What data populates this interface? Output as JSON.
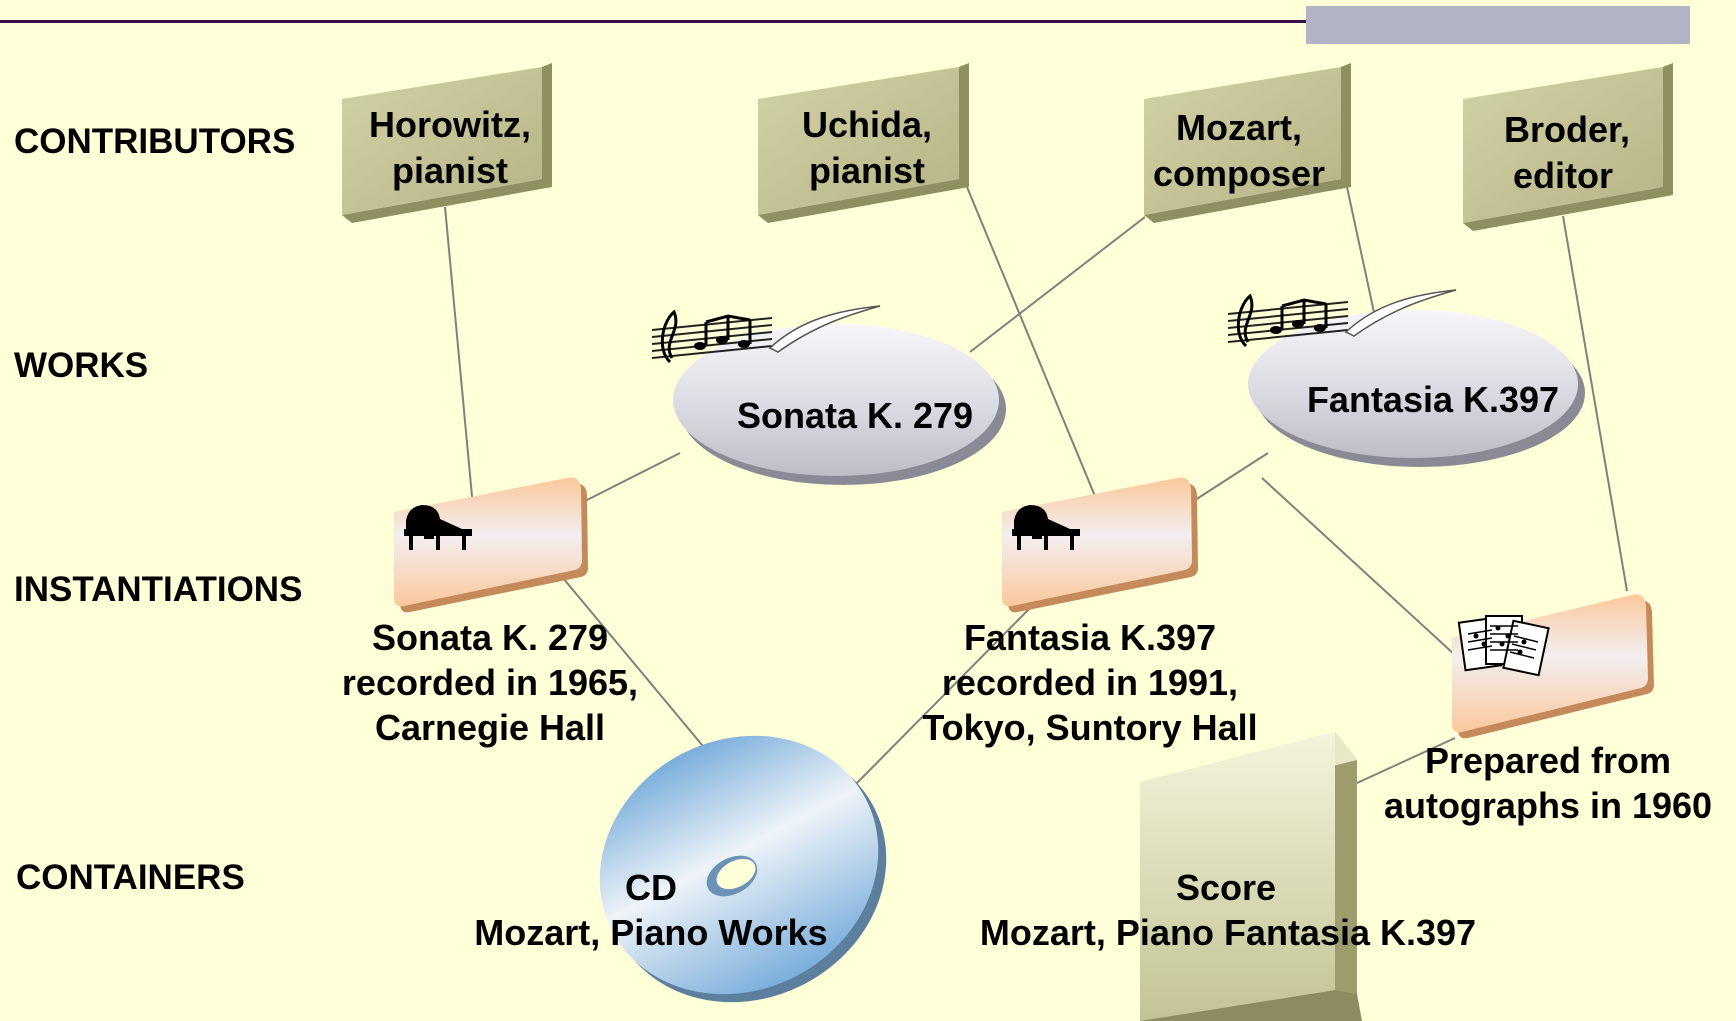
{
  "rows": {
    "contributors": "CONTRIBUTORS",
    "works": "WORKS",
    "instantiations": "INSTANTIATIONS",
    "containers": "CONTAINERS"
  },
  "contributors": [
    {
      "line1": "Horowitz,",
      "line2": "pianist"
    },
    {
      "line1": "Uchida,",
      "line2": "pianist"
    },
    {
      "line1": "Mozart,",
      "line2": "composer"
    },
    {
      "line1": "Broder,",
      "line2": "editor"
    }
  ],
  "works": [
    {
      "label": "Sonata K. 279"
    },
    {
      "label": "Fantasia K.397"
    }
  ],
  "instantiations": [
    {
      "icon": "piano-icon",
      "lines": [
        "Sonata K. 279",
        "recorded in 1965,",
        "Carnegie Hall"
      ]
    },
    {
      "icon": "piano-icon",
      "lines": [
        "Fantasia K.397",
        "recorded in 1991,",
        "Tokyo, Suntory Hall"
      ]
    },
    {
      "icon": "sheet-music-icon",
      "lines": [
        "Prepared from",
        "autographs in 1960"
      ]
    }
  ],
  "containers": [
    {
      "icon": "cd-icon",
      "line1": "CD",
      "line2": "Mozart, Piano Works"
    },
    {
      "icon": "score-book-icon",
      "line1": "Score",
      "line2": "Mozart, Piano Fantasia K.397"
    }
  ],
  "colors": {
    "background": "#ffffd8",
    "header_rule": "#3d0f4a",
    "header_accent": "#b3b3c6",
    "contributor_box": "#c7c79a",
    "work_ellipse": "#d8d8e0",
    "instantiation_peach": "#fbcfa6",
    "cd_blue": "#9cc0de",
    "score_box": "#d8d8ae"
  }
}
